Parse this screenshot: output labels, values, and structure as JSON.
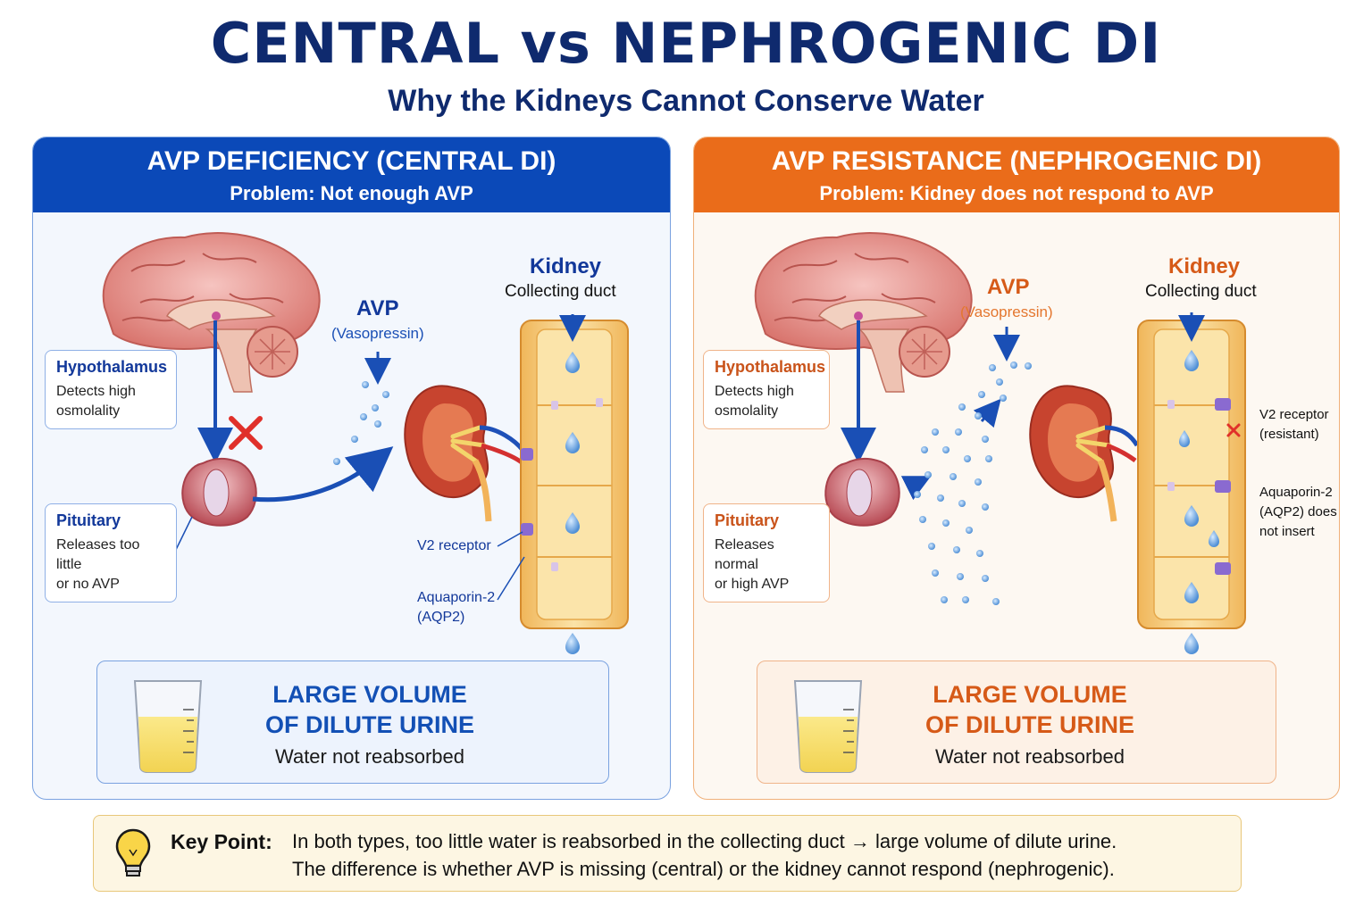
{
  "title": "CENTRAL vs NEPHROGENIC DI",
  "subtitle": "Why the Kidneys Cannot Conserve Water",
  "central": {
    "header": "AVP DEFICIENCY (CENTRAL DI)",
    "problem": "Problem: Not enough AVP",
    "hypothalamus": {
      "title": "Hypothalamus",
      "line1": "Detects high",
      "line2": "osmolality"
    },
    "pituitary": {
      "title": "Pituitary",
      "line1": "Releases too little",
      "line2": "or no AVP"
    },
    "avp": "AVP",
    "vasopressin": "(Vasopressin)",
    "kidney": "Kidney",
    "collecting_duct": "Collecting duct",
    "v2_receptor": "V2 receptor",
    "aquaporin_line1": "Aquaporin-2",
    "aquaporin_line2": "(AQP2)",
    "result_line1": "LARGE VOLUME",
    "result_line2": "OF DILUTE URINE",
    "result_sub": "Water not reabsorbed"
  },
  "nephrogenic": {
    "header": "AVP RESISTANCE (NEPHROGENIC DI)",
    "problem": "Problem: Kidney does not respond to AVP",
    "hypothalamus": {
      "title": "Hypothalamus",
      "line1": "Detects high",
      "line2": "osmolality"
    },
    "pituitary": {
      "title": "Pituitary",
      "line1": "Releases normal",
      "line2": "or high AVP"
    },
    "avp": "AVP",
    "vasopressin": "(Vasopressin)",
    "kidney": "Kidney",
    "collecting_duct": "Collecting duct",
    "v2_line1": "V2 receptor",
    "v2_line2": "(resistant)",
    "aquaporin_line1": "Aquaporin-2",
    "aquaporin_line2": "(AQP2) does",
    "aquaporin_line3": "not insert",
    "result_line1": "LARGE VOLUME",
    "result_line2": "OF DILUTE URINE",
    "result_sub": "Water not reabsorbed"
  },
  "key_point": {
    "label": "Key Point:",
    "line1": "In both types, too little water is reabsorbed in the collecting duct → large volume of dilute urine.",
    "line2": "The difference is whether AVP is missing (central) or the kidney cannot respond (nephrogenic)."
  },
  "colors": {
    "navy": "#0f2a6e",
    "central_accent": "#0b49b8",
    "nephrogenic_accent": "#ea6c1a",
    "droplet": "#5b9be0"
  }
}
